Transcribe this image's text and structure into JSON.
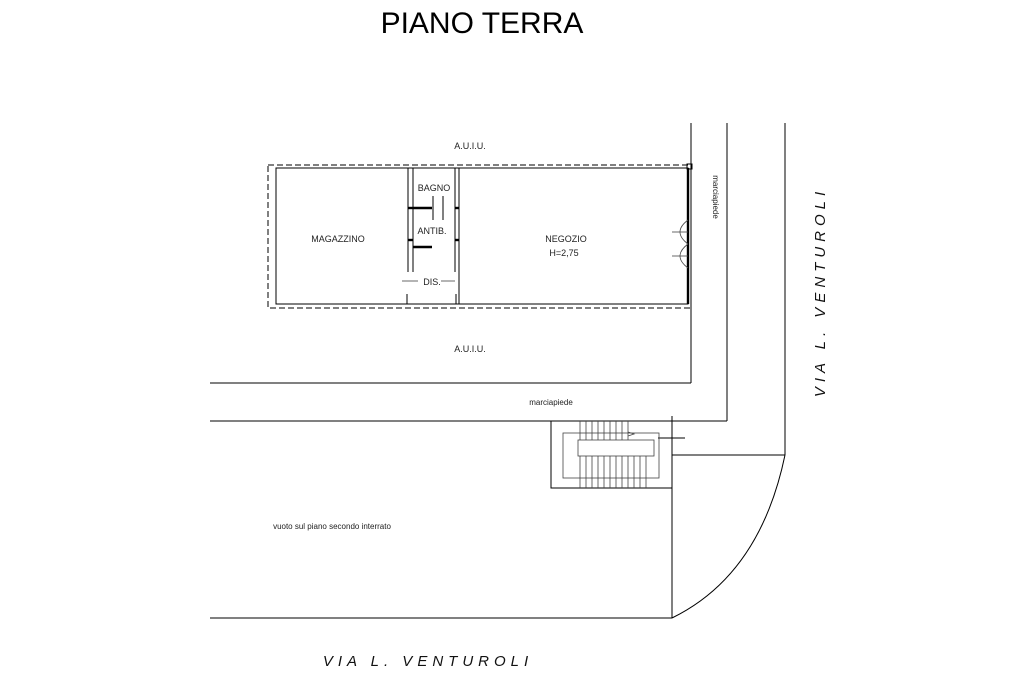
{
  "title": "PIANO TERRA",
  "labels": {
    "auiu_top": "A.U.I.U.",
    "auiu_bottom": "A.U.I.U.",
    "bagno": "BAGNO",
    "antib": "ANTIB.",
    "dis": "DIS.",
    "magazzino": "MAGAZZINO",
    "negozio": "NEGOZIO",
    "height": "H=2,75",
    "marciapiede_vertical": "marciapiede",
    "marciapiede_horizontal": "marciapiede",
    "vuoto": "vuoto sul piano secondo interrato"
  },
  "streets": {
    "right": "VIA L. VENTUROLI",
    "bottom": "VIA L. VENTUROLI"
  }
}
